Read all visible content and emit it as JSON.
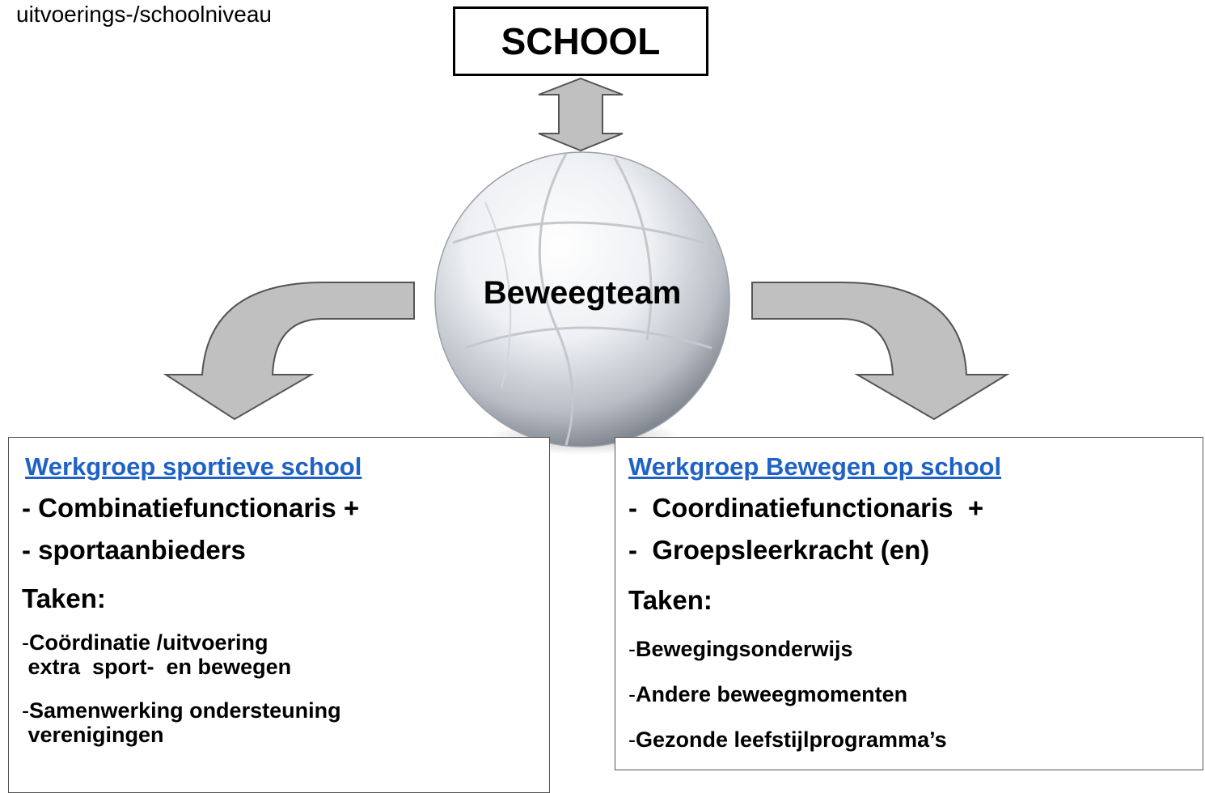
{
  "caption": "uitvoerings-/schoolniveau",
  "school": "SCHOOL",
  "center": "Beweegteam",
  "left_panel": {
    "heading": "Werkgroep sportieve school",
    "members": [
      "- Combinatiefunctionaris +",
      "- sportaanbieders"
    ],
    "tasks_label": "Taken:",
    "tasks": [
      {
        "dash": "-",
        "text": "Coördinatie /uitvoering\n extra  sport-  en bewegen"
      },
      {
        "dash": "-",
        "text": "Samenwerking ondersteuning\n verenigingen"
      }
    ]
  },
  "right_panel": {
    "heading": "Werkgroep Bewegen op school",
    "members": [
      "-  Coordinatiefunctionaris  +",
      "-  Groepsleerkracht (en)"
    ],
    "tasks_label": "Taken:",
    "tasks": [
      {
        "dash": "-",
        "text": "Bewegingsonderwijs"
      },
      {
        "dash": "-",
        "text": "Andere beweegmomenten"
      },
      {
        "dash": "-",
        "text": "Gezonde leefstijlprogramma’s"
      }
    ]
  },
  "colors": {
    "arrow_fill": "#c0c0c0",
    "arrow_stroke": "#555555",
    "heading_link": "#1f62c6"
  }
}
